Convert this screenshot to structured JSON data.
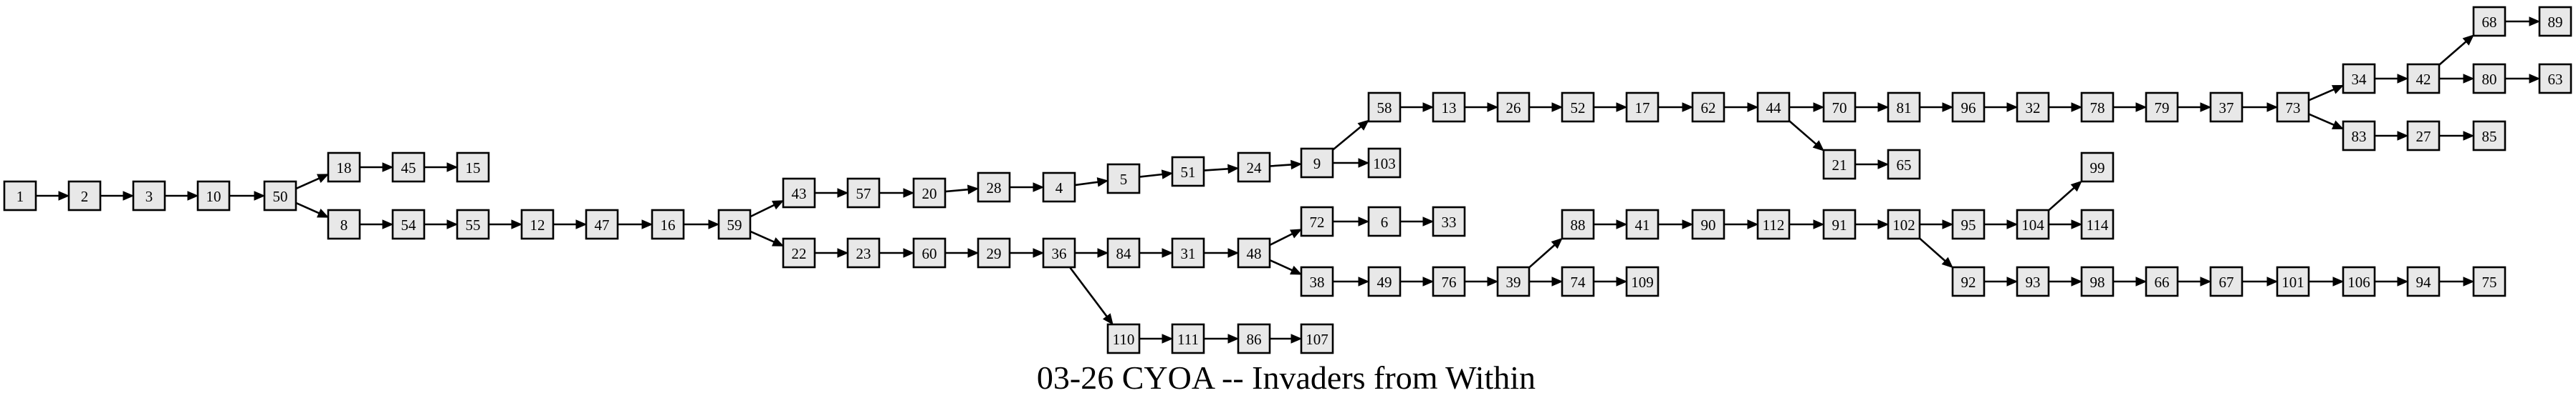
{
  "title": "03-26 CYOA -- Invaders from Within",
  "nodes": [
    {
      "id": "1"
    },
    {
      "id": "2"
    },
    {
      "id": "3"
    },
    {
      "id": "10"
    },
    {
      "id": "50"
    },
    {
      "id": "18"
    },
    {
      "id": "45"
    },
    {
      "id": "15"
    },
    {
      "id": "8"
    },
    {
      "id": "54"
    },
    {
      "id": "55"
    },
    {
      "id": "12"
    },
    {
      "id": "47"
    },
    {
      "id": "16"
    },
    {
      "id": "59"
    },
    {
      "id": "43"
    },
    {
      "id": "57"
    },
    {
      "id": "20"
    },
    {
      "id": "28"
    },
    {
      "id": "4"
    },
    {
      "id": "5"
    },
    {
      "id": "51"
    },
    {
      "id": "24"
    },
    {
      "id": "9"
    },
    {
      "id": "58"
    },
    {
      "id": "103"
    },
    {
      "id": "13"
    },
    {
      "id": "26"
    },
    {
      "id": "52"
    },
    {
      "id": "17"
    },
    {
      "id": "62"
    },
    {
      "id": "44"
    },
    {
      "id": "70"
    },
    {
      "id": "81"
    },
    {
      "id": "96"
    },
    {
      "id": "32"
    },
    {
      "id": "78"
    },
    {
      "id": "79"
    },
    {
      "id": "37"
    },
    {
      "id": "73"
    },
    {
      "id": "34"
    },
    {
      "id": "42"
    },
    {
      "id": "68"
    },
    {
      "id": "89"
    },
    {
      "id": "80"
    },
    {
      "id": "63"
    },
    {
      "id": "83"
    },
    {
      "id": "27"
    },
    {
      "id": "85"
    },
    {
      "id": "21"
    },
    {
      "id": "65"
    },
    {
      "id": "22"
    },
    {
      "id": "23"
    },
    {
      "id": "60"
    },
    {
      "id": "29"
    },
    {
      "id": "36"
    },
    {
      "id": "84"
    },
    {
      "id": "31"
    },
    {
      "id": "48"
    },
    {
      "id": "72"
    },
    {
      "id": "6"
    },
    {
      "id": "33"
    },
    {
      "id": "38"
    },
    {
      "id": "49"
    },
    {
      "id": "76"
    },
    {
      "id": "39"
    },
    {
      "id": "88"
    },
    {
      "id": "74"
    },
    {
      "id": "109"
    },
    {
      "id": "41"
    },
    {
      "id": "90"
    },
    {
      "id": "112"
    },
    {
      "id": "91"
    },
    {
      "id": "102"
    },
    {
      "id": "95"
    },
    {
      "id": "104"
    },
    {
      "id": "99"
    },
    {
      "id": "114"
    },
    {
      "id": "92"
    },
    {
      "id": "93"
    },
    {
      "id": "98"
    },
    {
      "id": "66"
    },
    {
      "id": "67"
    },
    {
      "id": "101"
    },
    {
      "id": "106"
    },
    {
      "id": "94"
    },
    {
      "id": "75"
    },
    {
      "id": "110"
    },
    {
      "id": "111"
    },
    {
      "id": "86"
    },
    {
      "id": "107"
    }
  ],
  "edges": [
    [
      "1",
      "2"
    ],
    [
      "2",
      "3"
    ],
    [
      "3",
      "10"
    ],
    [
      "10",
      "50"
    ],
    [
      "50",
      "18"
    ],
    [
      "50",
      "8"
    ],
    [
      "18",
      "45"
    ],
    [
      "45",
      "15"
    ],
    [
      "8",
      "54"
    ],
    [
      "54",
      "55"
    ],
    [
      "55",
      "12"
    ],
    [
      "12",
      "47"
    ],
    [
      "47",
      "16"
    ],
    [
      "16",
      "59"
    ],
    [
      "59",
      "43"
    ],
    [
      "59",
      "22"
    ],
    [
      "43",
      "57"
    ],
    [
      "57",
      "20"
    ],
    [
      "20",
      "28"
    ],
    [
      "28",
      "4"
    ],
    [
      "4",
      "5"
    ],
    [
      "5",
      "51"
    ],
    [
      "51",
      "24"
    ],
    [
      "24",
      "9"
    ],
    [
      "9",
      "58"
    ],
    [
      "9",
      "103"
    ],
    [
      "58",
      "13"
    ],
    [
      "13",
      "26"
    ],
    [
      "26",
      "52"
    ],
    [
      "52",
      "17"
    ],
    [
      "17",
      "62"
    ],
    [
      "62",
      "44"
    ],
    [
      "44",
      "70"
    ],
    [
      "44",
      "21"
    ],
    [
      "21",
      "65"
    ],
    [
      "70",
      "81"
    ],
    [
      "81",
      "96"
    ],
    [
      "96",
      "32"
    ],
    [
      "32",
      "78"
    ],
    [
      "78",
      "79"
    ],
    [
      "79",
      "37"
    ],
    [
      "37",
      "73"
    ],
    [
      "73",
      "34"
    ],
    [
      "73",
      "83"
    ],
    [
      "34",
      "42"
    ],
    [
      "42",
      "68"
    ],
    [
      "42",
      "80"
    ],
    [
      "68",
      "89"
    ],
    [
      "80",
      "63"
    ],
    [
      "83",
      "27"
    ],
    [
      "27",
      "85"
    ],
    [
      "22",
      "23"
    ],
    [
      "23",
      "60"
    ],
    [
      "60",
      "29"
    ],
    [
      "29",
      "36"
    ],
    [
      "36",
      "84"
    ],
    [
      "36",
      "110"
    ],
    [
      "84",
      "31"
    ],
    [
      "31",
      "48"
    ],
    [
      "48",
      "72"
    ],
    [
      "48",
      "38"
    ],
    [
      "72",
      "6"
    ],
    [
      "6",
      "33"
    ],
    [
      "38",
      "49"
    ],
    [
      "49",
      "76"
    ],
    [
      "76",
      "39"
    ],
    [
      "39",
      "88"
    ],
    [
      "39",
      "74"
    ],
    [
      "74",
      "109"
    ],
    [
      "88",
      "41"
    ],
    [
      "41",
      "90"
    ],
    [
      "90",
      "112"
    ],
    [
      "112",
      "91"
    ],
    [
      "91",
      "102"
    ],
    [
      "102",
      "95"
    ],
    [
      "102",
      "92"
    ],
    [
      "95",
      "104"
    ],
    [
      "104",
      "99"
    ],
    [
      "104",
      "114"
    ],
    [
      "92",
      "93"
    ],
    [
      "93",
      "98"
    ],
    [
      "98",
      "66"
    ],
    [
      "66",
      "67"
    ],
    [
      "67",
      "101"
    ],
    [
      "101",
      "106"
    ],
    [
      "106",
      "94"
    ],
    [
      "94",
      "75"
    ],
    [
      "110",
      "111"
    ],
    [
      "111",
      "86"
    ],
    [
      "86",
      "107"
    ]
  ]
}
